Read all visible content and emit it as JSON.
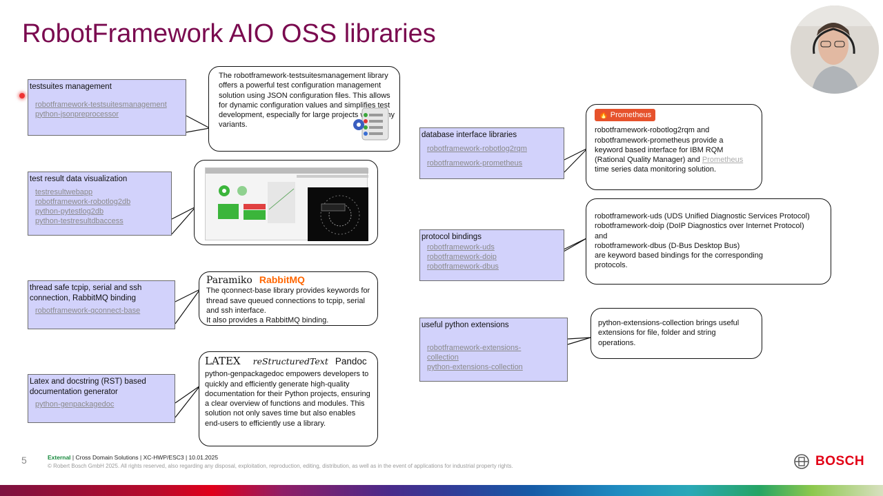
{
  "title": "RobotFramework AIO OSS libraries",
  "colors": {
    "title": "#7a0a4f",
    "box_fill": "#d2d2fb",
    "bosch_red": "#e20015",
    "external_green": "#16893c",
    "prometheus": "#e6522c",
    "rabbitmq": "#ff6600"
  },
  "left_boxes": [
    {
      "title": "testsuites management",
      "links": [
        "robotframework-testsuitesmanagement",
        "python-jsonpreprocessor"
      ]
    },
    {
      "title": "test result data visualization",
      "links": [
        "testresultwebapp",
        "robotframework-robotlog2db",
        "python-pytestlog2db",
        "python-testresultdbaccess"
      ]
    },
    {
      "title": "thread safe tcpip, serial and ssh connection, RabbitMQ binding",
      "links": [
        "robotframework-qconnect-base"
      ]
    },
    {
      "title": "Latex and docstring (RST) based documentation generator",
      "links": [
        "python-genpackagedoc"
      ]
    }
  ],
  "right_boxes": [
    {
      "title": "database interface libraries",
      "links": [
        "robotframework-robotlog2rqm",
        "robotframework-prometheus"
      ]
    },
    {
      "title": "protocol bindings",
      "links": [
        "robotframework-uds",
        "robotframework-doip",
        "robotframework-dbus"
      ]
    },
    {
      "title": "useful python extensions",
      "links": [
        "robotframework-extensions-collection",
        "python-extensions-collection"
      ]
    }
  ],
  "callouts": {
    "testsuites": "The robotframework-testsuitesmanagement library offers a powerful test configuration management solution using JSON configuration files. This allows for dynamic configuration values and simplifies test development, especially for large projects with many variants.",
    "qconnect": "The qconnect-base library provides keywords for thread save queued connections to tcpip, serial and ssh interface.",
    "qconnect_line2": "It also provides a RabbitMQ binding.",
    "qconnect_logos": [
      "Paramiko",
      "RabbitMQ"
    ],
    "genpackagedoc": "python-genpackagedoc empowers developers to quickly and efficiently generate high-quality documentation for their Python projects, ensuring a clear overview of functions and modules. This solution not only saves time but also enables end-users to efficiently use a library.",
    "genpackagedoc_logos": [
      "LATEX",
      "reStructuredText",
      "Pandoc"
    ],
    "prometheus_badge": "Prometheus",
    "database_pre": "robotframework-robotlog2rqm and robotframework-prometheus provide a keyword based interface for IBM RQM (Rational Quality Manager) and",
    "database_link": "Prometheus",
    "database_post": "time series data monitoring solution.",
    "protocol_lines": [
      "robotframework-uds (UDS Unified Diagnostic Services Protocol)",
      "robotframework-doip (DoIP Diagnostics over Internet Protocol)",
      "and",
      "robotframework-dbus (D-Bus Desktop Bus)",
      "are keyword based bindings for the corresponding protocols."
    ],
    "extensions": "python-extensions-collection brings useful extensions for file, folder and string operations."
  },
  "footer": {
    "page": "5",
    "external": "External",
    "line": " | Cross Domain Solutions | XC-HWP/ESC3 | 10.01.2025",
    "copyright": "© Robert Bosch GmbH 2025. All rights reserved, also regarding any disposal, exploitation, reproduction, editing, distribution, as well as in the event of applications for industrial property rights.",
    "brand": "BOSCH"
  }
}
